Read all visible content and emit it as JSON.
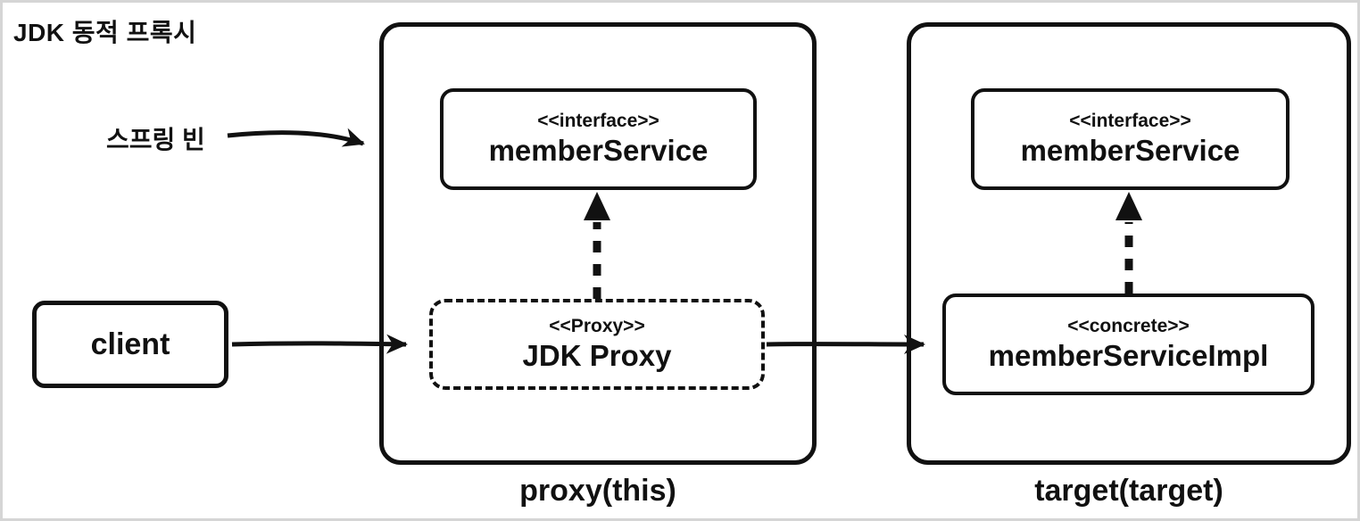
{
  "diagram": {
    "title": "JDK 동적 프록시",
    "spring_bean_label": "스프링 빈",
    "client": {
      "label": "client"
    },
    "proxy_group": {
      "caption": "proxy(this)",
      "interface_box": {
        "stereotype": "<<interface>>",
        "name": "memberService"
      },
      "proxy_box": {
        "stereotype": "<<Proxy>>",
        "name": "JDK Proxy"
      }
    },
    "target_group": {
      "caption": "target(target)",
      "interface_box": {
        "stereotype": "<<interface>>",
        "name": "memberService"
      },
      "concrete_box": {
        "stereotype": "<<concrete>>",
        "name": "memberServiceImpl"
      }
    },
    "relations": [
      {
        "from": "스프링 빈",
        "to": "proxy(this) container",
        "style": "solid-arrow"
      },
      {
        "from": "client",
        "to": "JDK Proxy",
        "style": "solid-arrow"
      },
      {
        "from": "JDK Proxy",
        "to": "memberServiceImpl",
        "style": "solid-arrow"
      },
      {
        "from": "JDK Proxy",
        "to": "memberService",
        "style": "dashed-implements-arrow"
      },
      {
        "from": "memberServiceImpl",
        "to": "memberService",
        "style": "dashed-implements-arrow"
      }
    ],
    "colors": {
      "stroke": "#111111",
      "background": "#ffffff",
      "frame_border": "#d5d5d5"
    }
  }
}
